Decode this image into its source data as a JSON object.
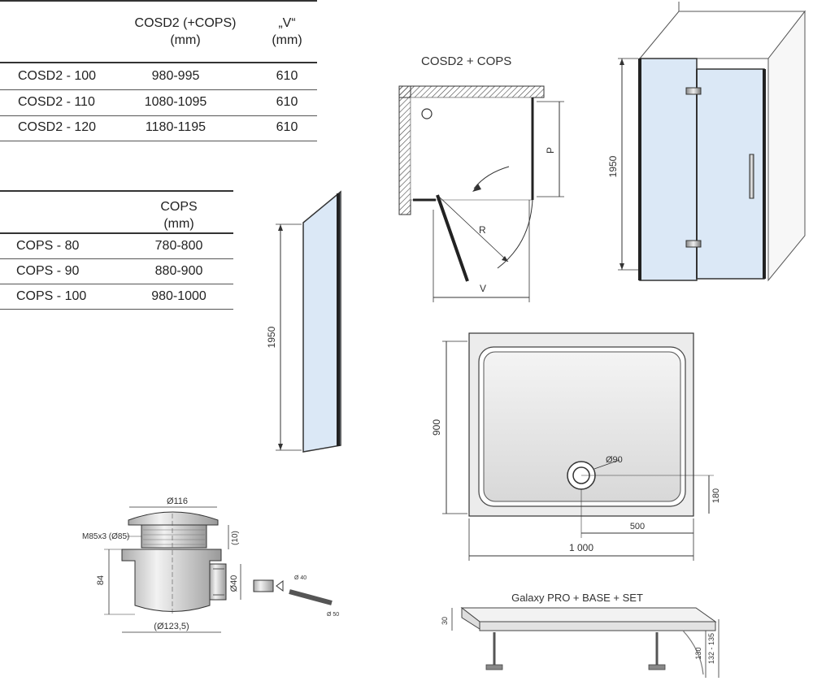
{
  "table1": {
    "headers": [
      {
        "line1": "COSD2 (+COPS)",
        "line2": "(mm)"
      },
      {
        "line1": "„V“",
        "line2": "(mm)"
      }
    ],
    "rows": [
      {
        "model": "COSD2 - 100",
        "range": "980-995",
        "v": "610"
      },
      {
        "model": "COSD2 - 110",
        "range": "1080-1095",
        "v": "610"
      },
      {
        "model": "COSD2 - 120",
        "range": "1180-1195",
        "v": "610"
      }
    ]
  },
  "table2": {
    "header": {
      "line1": "COPS",
      "line2": "(mm)"
    },
    "rows": [
      {
        "model": "COPS - 80",
        "range": "780-800"
      },
      {
        "model": "COPS - 90",
        "range": "880-900"
      },
      {
        "model": "COPS - 100",
        "range": "980-1000"
      }
    ]
  },
  "plan": {
    "title": "COSD2 + COPS",
    "label_p": "P",
    "label_r": "R",
    "label_v": "V"
  },
  "door": {
    "height": "1950"
  },
  "panel": {
    "height": "1950"
  },
  "tray": {
    "depth": "900",
    "width": "1 000",
    "drain_offset_x": "500",
    "drain_offset_y": "180",
    "drain_dia": "Ø90"
  },
  "siphon": {
    "top_dia": "Ø116",
    "thread": "M85x3 (Ø85)",
    "gap": "(10)",
    "height": "84",
    "outlet": "Ø40",
    "base_dia": "(Ø123,5)",
    "pipe_dia1": "Ø 40",
    "pipe_dia2": "Ø 50"
  },
  "frame": {
    "title": "Galaxy PRO + BASE + SET",
    "dim1": "30",
    "dim2": "130",
    "dim3": "132 - 135"
  },
  "colors": {
    "glass": "#dbe8f6",
    "line": "#333333",
    "tray": "#e8e8e8"
  }
}
